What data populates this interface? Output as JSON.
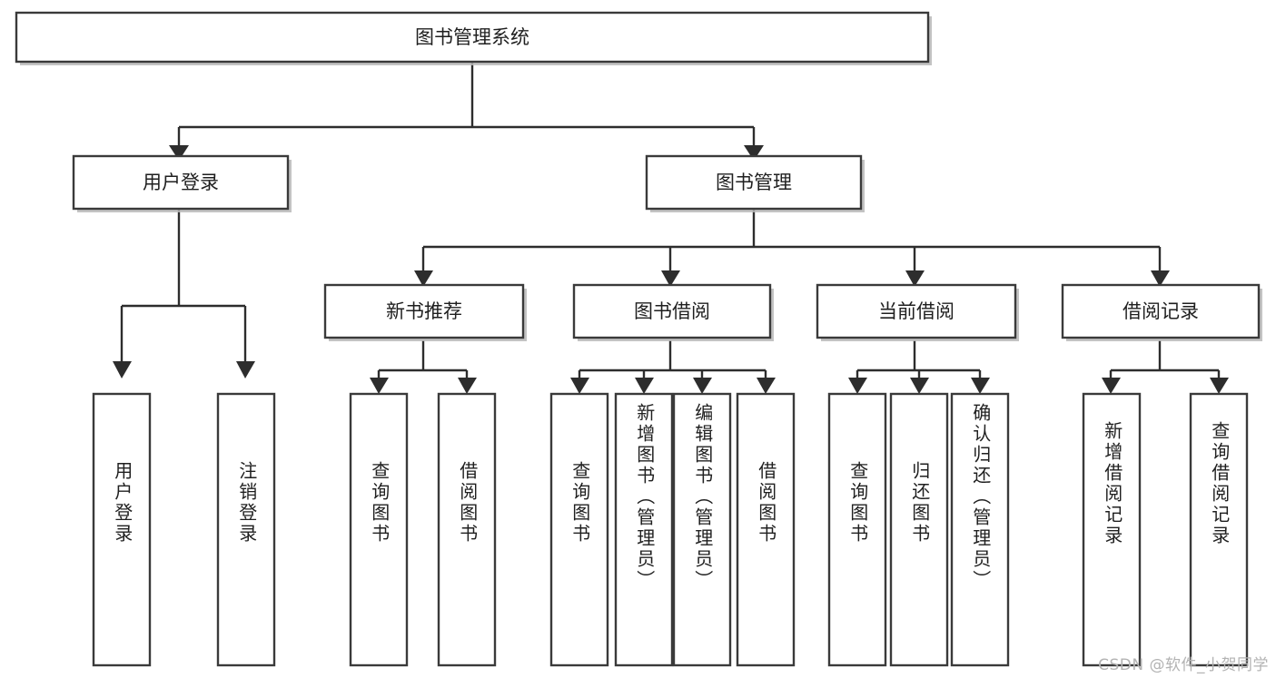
{
  "diagram": {
    "title": "图书管理系统",
    "type": "tree",
    "root": {
      "label": "图书管理系统"
    },
    "level2": [
      {
        "label": "用户登录"
      },
      {
        "label": "图书管理"
      }
    ],
    "level3": [
      {
        "label": "新书推荐"
      },
      {
        "label": "图书借阅"
      },
      {
        "label": "当前借阅"
      },
      {
        "label": "借阅记录"
      }
    ],
    "leaves": [
      {
        "label": "用户登录",
        "parent": "用户登录"
      },
      {
        "label": "注销登录",
        "parent": "用户登录"
      },
      {
        "label": "查询图书",
        "parent": "新书推荐"
      },
      {
        "label": "借阅图书",
        "parent": "新书推荐"
      },
      {
        "label": "查询图书",
        "parent": "图书借阅"
      },
      {
        "label": "新增图书（管理员）",
        "parent": "图书借阅"
      },
      {
        "label": "编辑图书（管理员）",
        "parent": "图书借阅"
      },
      {
        "label": "借阅图书",
        "parent": "图书借阅"
      },
      {
        "label": "查询图书",
        "parent": "当前借阅"
      },
      {
        "label": "归还图书",
        "parent": "当前借阅"
      },
      {
        "label": "确认归还（管理员）",
        "parent": "当前借阅"
      },
      {
        "label": "新增借阅记录",
        "parent": "借阅记录"
      },
      {
        "label": "查询借阅记录",
        "parent": "借阅记录"
      }
    ]
  },
  "watermark": {
    "text": "CSDN @软件_小贺同学"
  },
  "colors": {
    "stroke": "#3a3a3a",
    "background": "#ffffff",
    "text": "#1f1f1f",
    "watermark": "#b3b3b3"
  }
}
